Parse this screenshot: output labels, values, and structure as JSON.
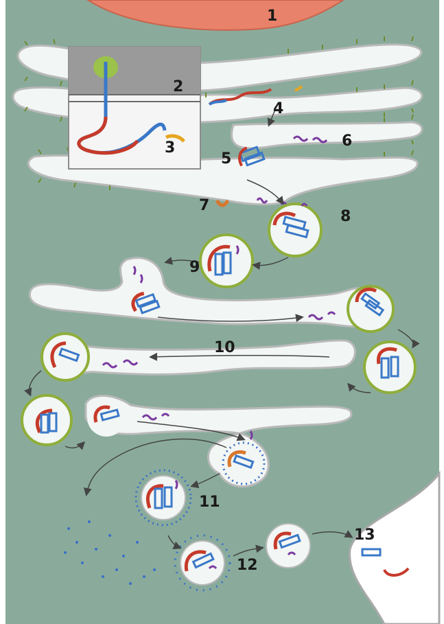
{
  "labels": {
    "l1": "1",
    "l2": "2",
    "l3": "3",
    "l4": "4",
    "l5": "5",
    "l6": "6",
    "l7": "7",
    "l8": "8",
    "l9": "9",
    "l10": "10",
    "l11": "11",
    "l12": "12",
    "l13": "13"
  },
  "colors": {
    "cytoplasm": "#8aab9c",
    "lumen": "#f2f6f4",
    "membrane": "#b9b9b9",
    "nucleus": "#e8826a",
    "ribosome": "#6f8a2c",
    "vesicle_coat_green": "#8fae3a",
    "clathrin_blue": "#3a6fc6",
    "protein_red": "#c63a2a",
    "protein_blue": "#3a78c8",
    "signal_yellow": "#e6a520",
    "sugar_purple": "#7a3aa0",
    "chaperone_orange": "#d8772c"
  }
}
